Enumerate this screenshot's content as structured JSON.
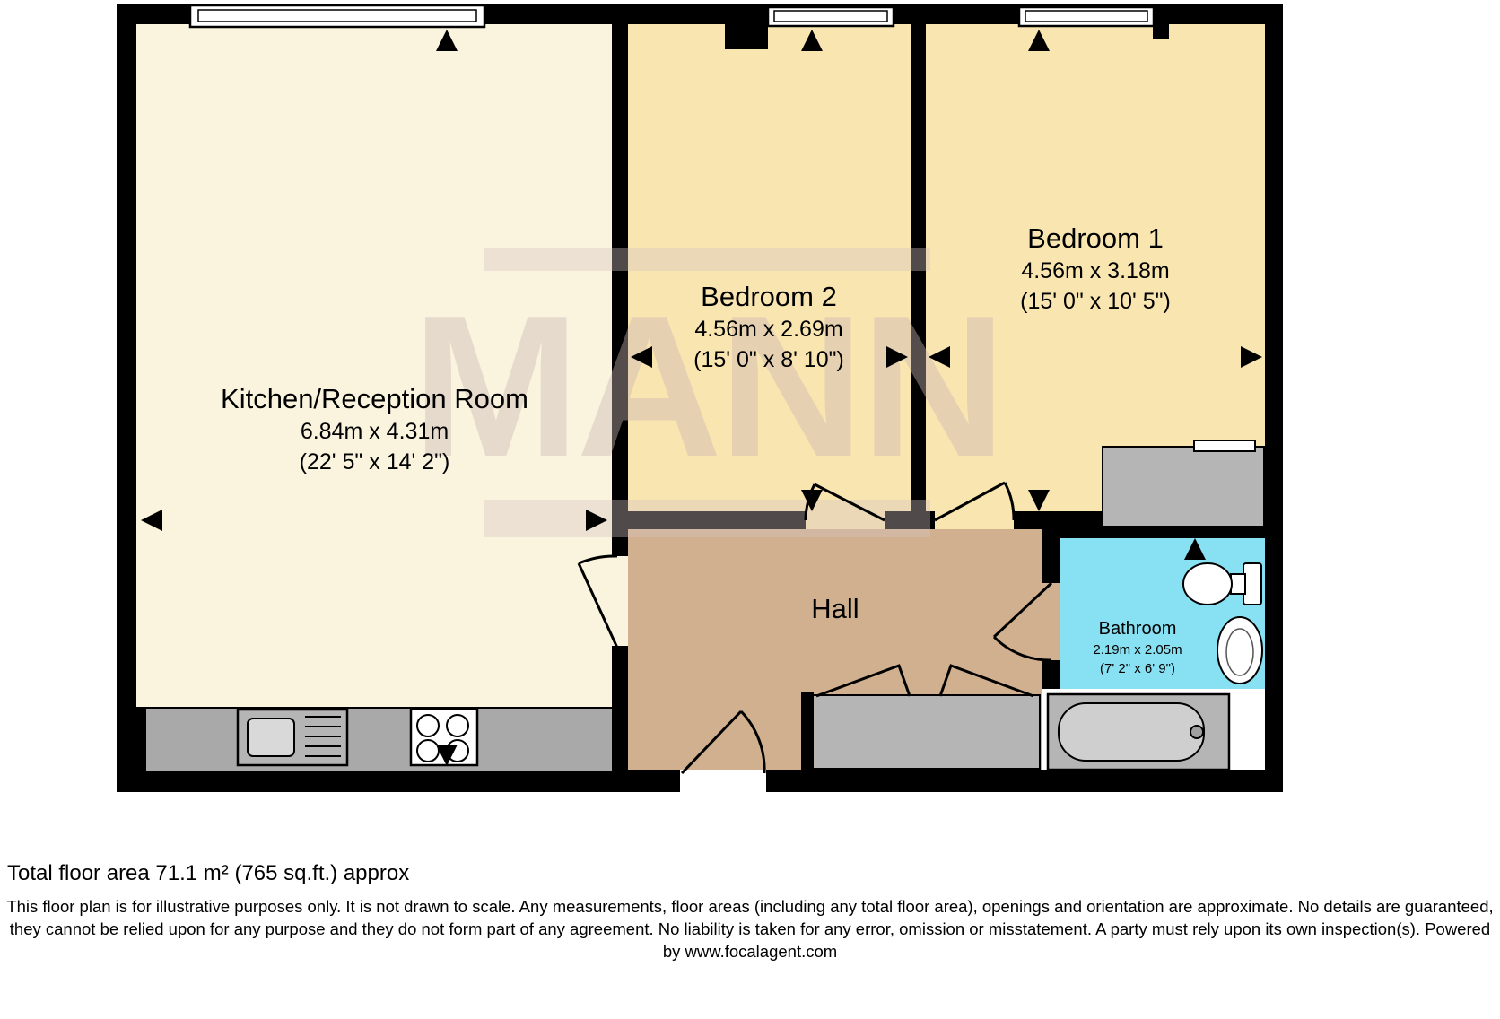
{
  "rooms": {
    "kitchen": {
      "name": "Kitchen/Reception Room",
      "dims_m": "6.84m x 4.31m",
      "dims_ft": "(22' 5\" x 14' 2\")"
    },
    "bedroom2": {
      "name": "Bedroom 2",
      "dims_m": "4.56m x 2.69m",
      "dims_ft": "(15' 0\" x 8' 10\")"
    },
    "bedroom1": {
      "name": "Bedroom 1",
      "dims_m": "4.56m x 3.18m",
      "dims_ft": "(15' 0\" x 10' 5\")"
    },
    "hall": {
      "name": "Hall"
    },
    "bathroom": {
      "name": "Bathroom",
      "dims_m": "2.19m x 2.05m",
      "dims_ft": "(7' 2\" x 6' 9\")"
    }
  },
  "watermark": "MANN",
  "footer": {
    "total_area": "Total floor area 71.1 m² (765 sq.ft.) approx",
    "disclaimer": "This floor plan is for illustrative purposes only. It is not drawn to scale. Any measurements, floor areas (including any total floor area), openings and orientation are approximate. No details are guaranteed, they cannot be relied upon for any purpose and they do not form part of any agreement. No liability is taken for any error, omission or misstatement. A party must rely upon its own inspection(s). Powered by www.focalagent.com"
  },
  "colors": {
    "wall": "#000000",
    "kitchen_floor": "#faf4de",
    "bedroom_floor": "#f8e5b0",
    "hall_floor": "#d0b08e",
    "bathroom_floor": "#87e1f2",
    "fixture_gray": "#b5b5b5",
    "counter_gray": "#a9a9a9",
    "watermark_pink": "#cbb5b5"
  }
}
